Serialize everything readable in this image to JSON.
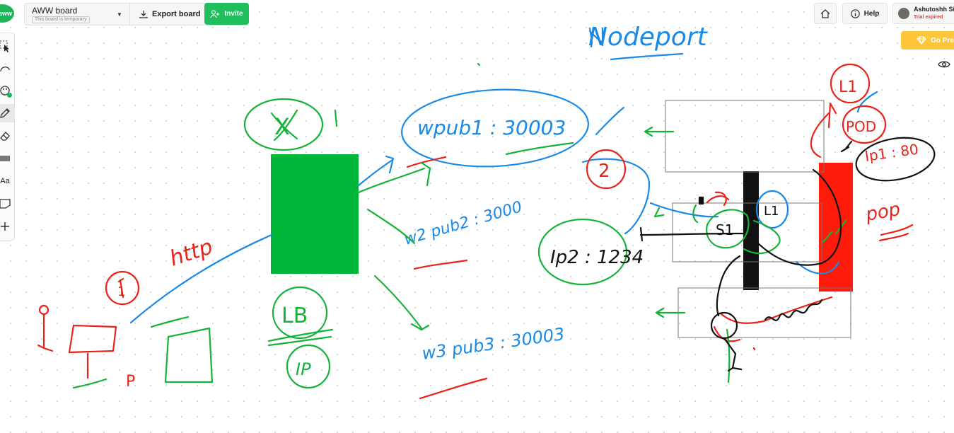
{
  "app": {
    "logo_text": "aww"
  },
  "board": {
    "name": "AWW board",
    "subtitle": "This board is temporary"
  },
  "toolbar_top": {
    "export_label": "Export board",
    "invite_label": "Invite",
    "help_label": "Help"
  },
  "user": {
    "name": "Ashutoshh Si",
    "status": "Trial expired"
  },
  "premium": {
    "label": "Go Prem"
  },
  "left_toolbar": {
    "tools": [
      "select-tool",
      "lasso-tool",
      "color-palette-tool",
      "pencil-tool",
      "eraser-tool",
      "shape-tool",
      "text-tool",
      "sticky-note-tool",
      "add-tool"
    ],
    "text_tool_label": "Aa",
    "active_tool": "pencil-tool"
  },
  "canvas_handwriting": [
    "Nodeport",
    "wpub1 : 30003",
    "w2 pub2 : 3000",
    "w3 pub3 : 30003",
    "http",
    "LB",
    "IP",
    "Ip2 : 1234",
    "S1",
    "L1",
    "L1",
    "POD",
    "Ip1 : 80",
    "pop",
    "1",
    "2",
    "X",
    "P"
  ],
  "colors": {
    "accent_green": "#1fbf5e",
    "premium_yellow": "#ffc63a",
    "ink_blue": "#1a8ae6",
    "ink_red": "#e8241a",
    "ink_green": "#17b23a",
    "ink_black": "#111111",
    "rect_green": "#00b538",
    "rect_red": "#ff1a0a"
  }
}
